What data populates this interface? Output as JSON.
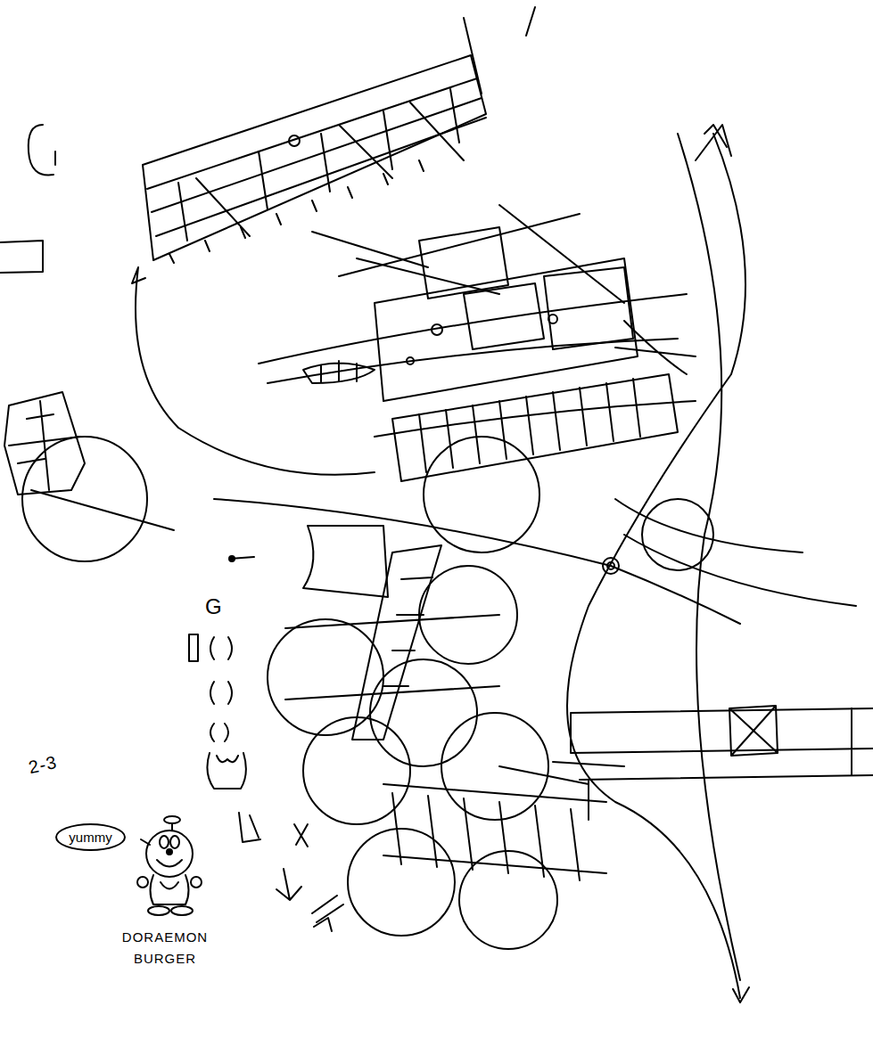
{
  "diagram": {
    "nodes": [
      {
        "text": [
          "yummy"
        ]
      }
    ],
    "labels": [
      "G",
      "2-3",
      "DORAEMON BURGER"
    ]
  }
}
